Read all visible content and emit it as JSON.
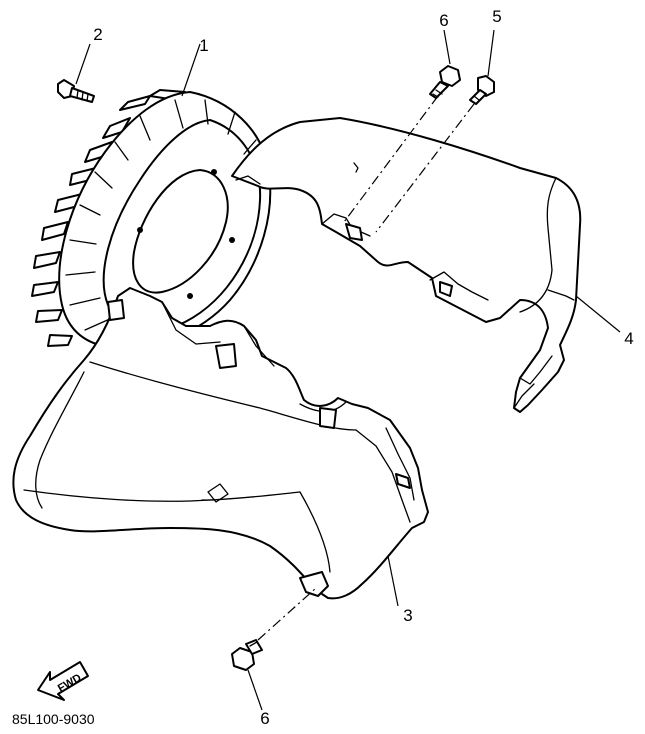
{
  "callouts": {
    "part1": "1",
    "part2": "2",
    "part3": "3",
    "part4": "4",
    "part5": "5",
    "part6_top": "6",
    "part6_bottom": "6"
  },
  "direction_marker": "FWD",
  "diagram_code": "85L100-9030"
}
